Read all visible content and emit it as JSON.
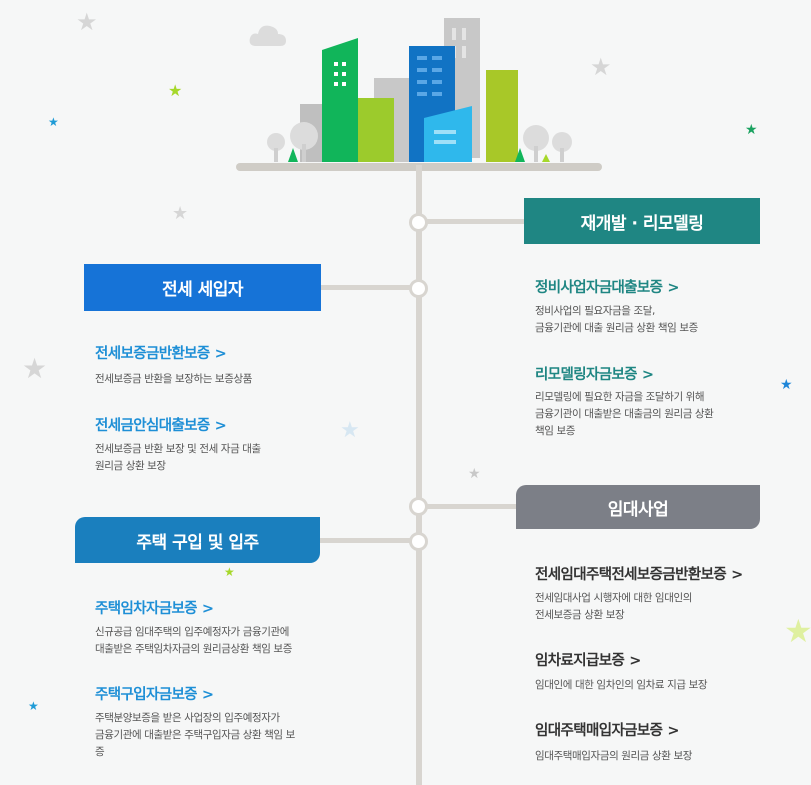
{
  "categories": {
    "redevelopment": "재개발 · 리모델링",
    "jeonse": "전세 세입자",
    "rental": "임대사업",
    "house": "주택 구입 및 입주"
  },
  "chevron": ">",
  "items": {
    "redev_1": {
      "title": "정비사업자금대출보증",
      "desc": [
        "정비사업의 필요자금을 조달,",
        "금융기관에 대출 원리금 상환 책임 보증"
      ]
    },
    "redev_2": {
      "title": "리모델링자금보증",
      "desc": [
        "리모델링에 필요한 자금을 조달하기 위해",
        "금융기관이 대출받은 대출금의 원리금 상환",
        "책임 보증"
      ]
    },
    "jeonse_1": {
      "title": "전세보증금반환보증",
      "desc": [
        "전세보증금 반환을 보장하는 보증상품"
      ]
    },
    "jeonse_2": {
      "title": "전세금안심대출보증",
      "desc": [
        "전세보증금 반환 보장 및 전세 자금 대출",
        "원리금 상환 보장"
      ]
    },
    "rental_1": {
      "title": "전세임대주택전세보증금반환보증",
      "desc": [
        "전세임대사업 시행자에 대한 임대인의",
        "전세보증금 상환 보장"
      ]
    },
    "rental_2": {
      "title": "임차료지급보증",
      "desc": [
        "임대인에 대한 임차인의 임차료 지급 보장"
      ]
    },
    "rental_3": {
      "title": "임대주택매입자금보증",
      "desc": [
        "임대주택매입자금의 원리금 상환 보장"
      ]
    },
    "house_1": {
      "title": "주택임차자금보증",
      "desc": [
        "신규공급 임대주택의 입주예정자가 금융기관에",
        "대출받은 주택임차자금의 원리금상환 책임 보증"
      ]
    },
    "house_2": {
      "title": "주택구입자금보증",
      "desc": [
        "주택분양보증을 받은 사업장의 입주예정자가",
        "금융기관에 대출받은 주택구입자금 상환 책임 보",
        "증"
      ]
    }
  },
  "colors": {
    "redevelopment": "#1f8683",
    "jeonse": "#1673d7",
    "rental": "#7c7f87",
    "house": "#1a7fbe"
  }
}
